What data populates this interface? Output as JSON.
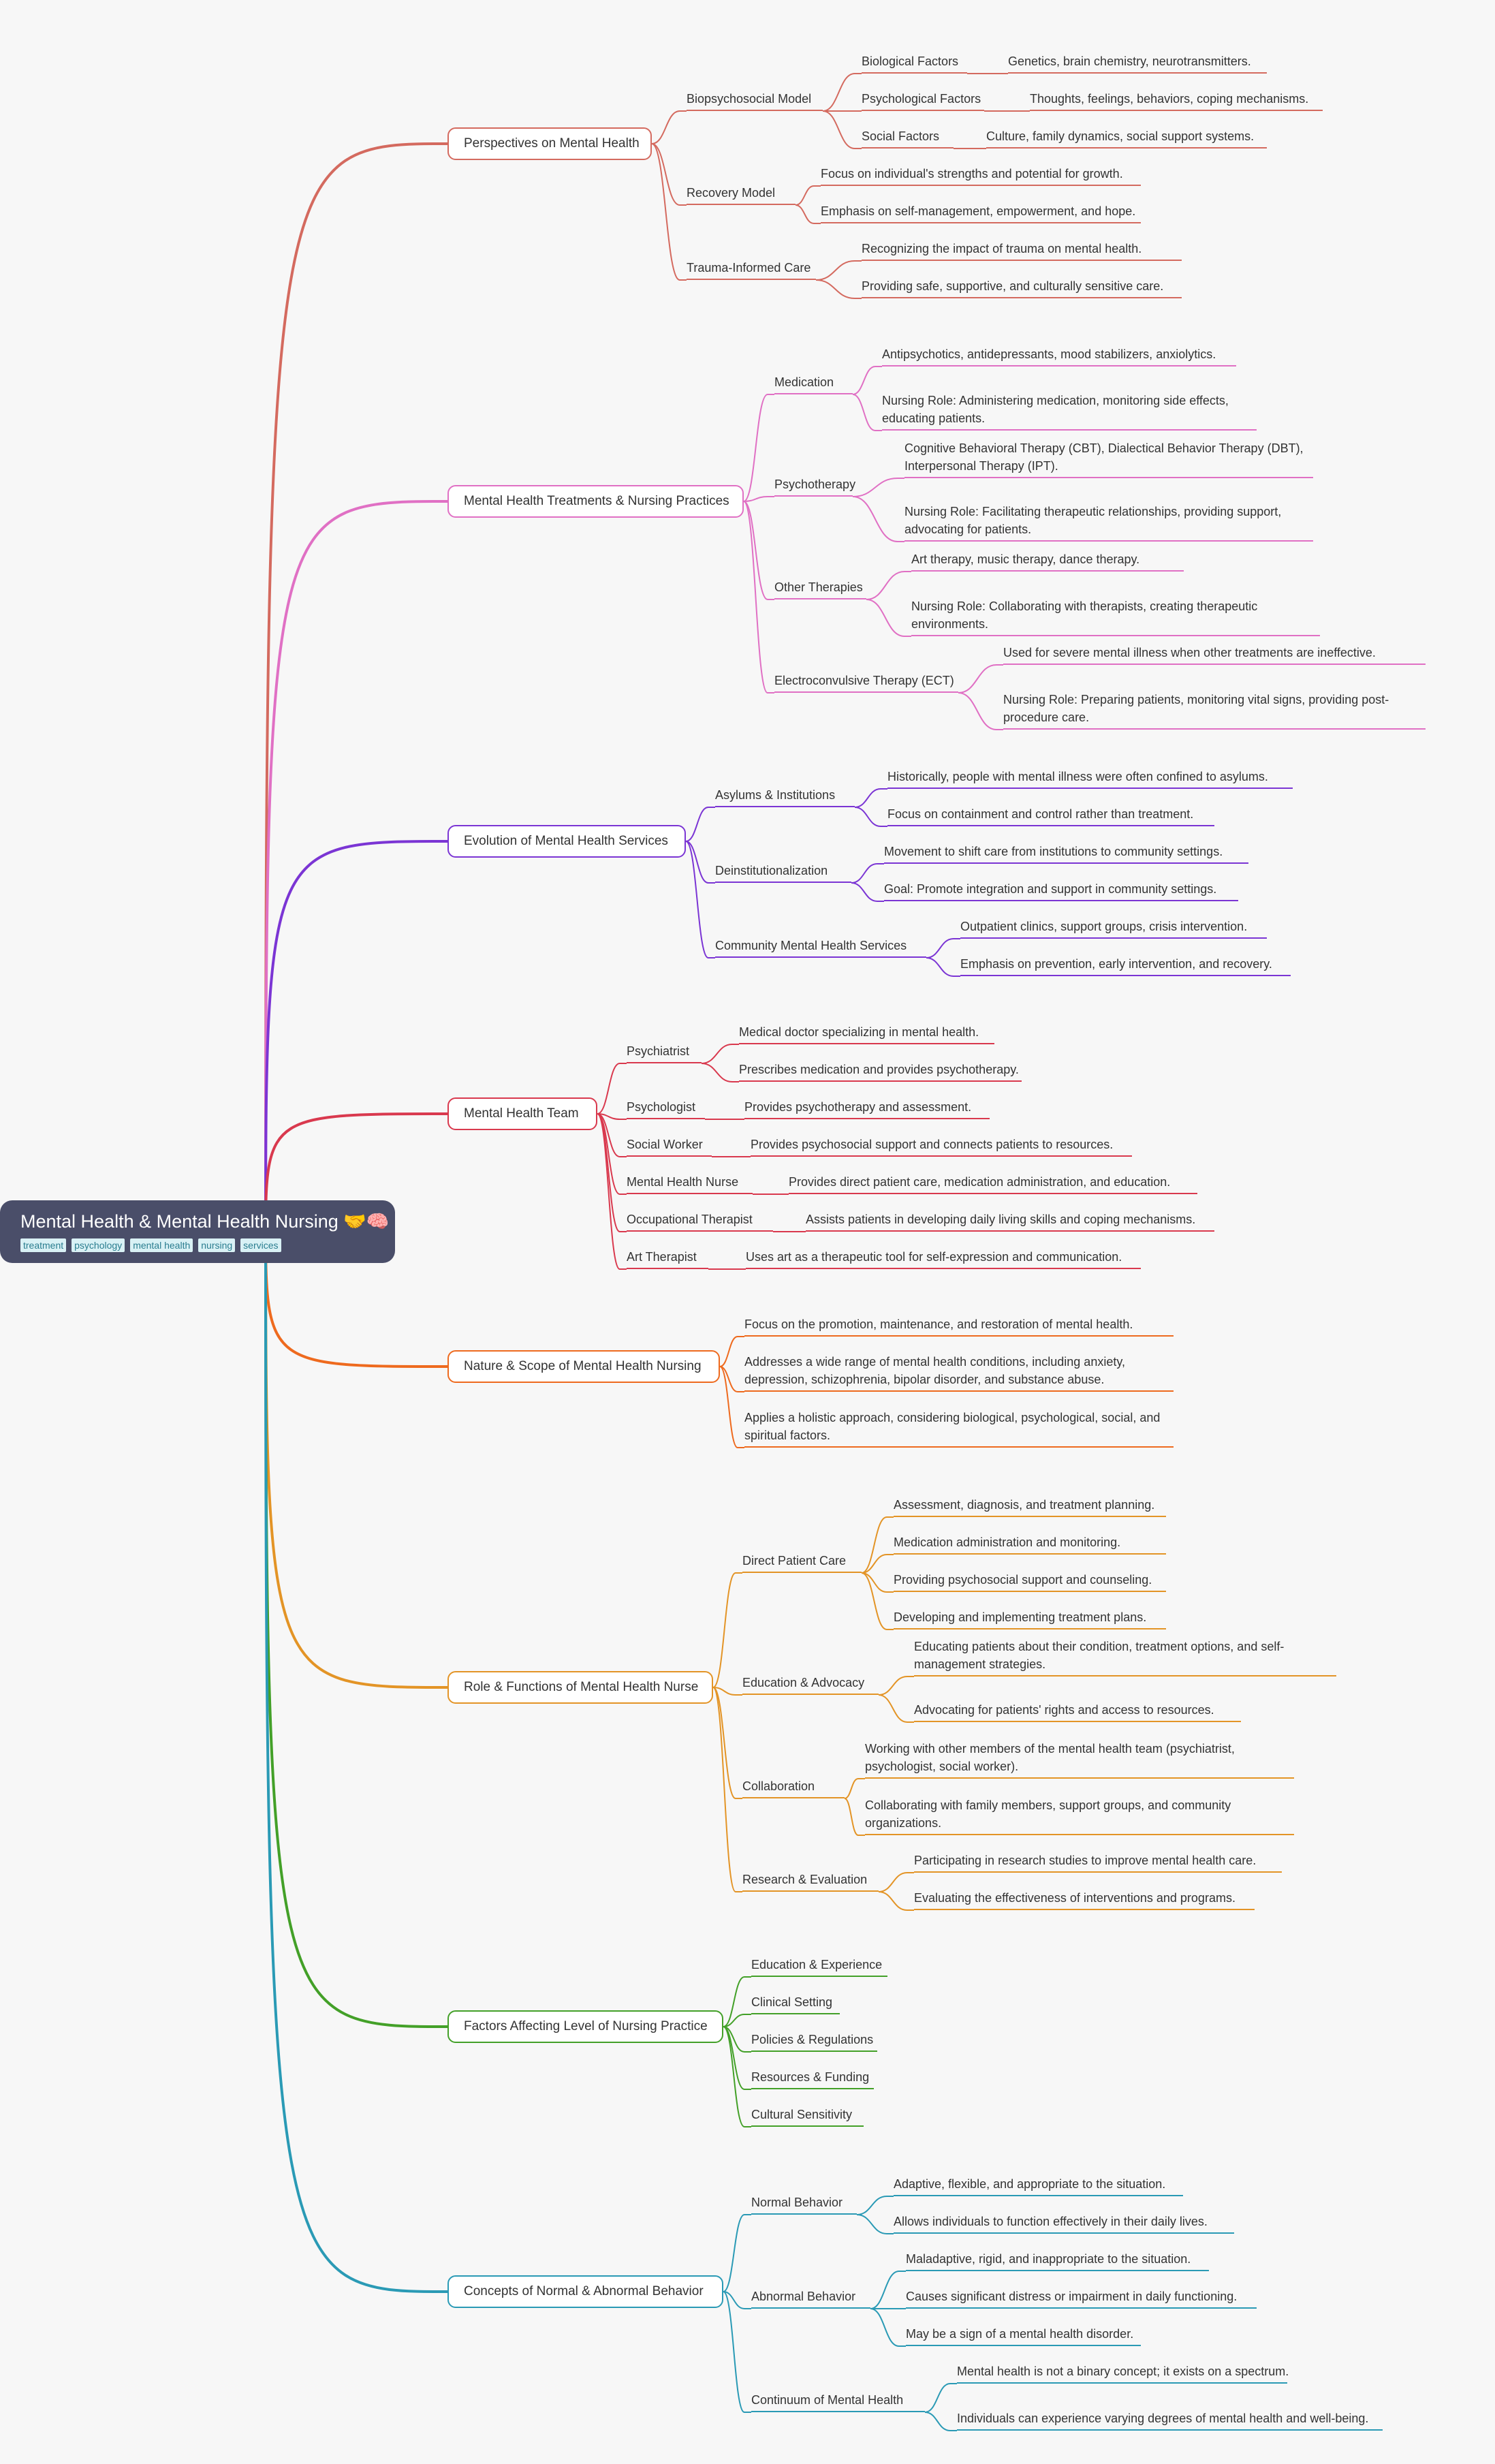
{
  "root": {
    "title": "Mental Health & Mental Health Nursing 🤝🧠",
    "tags": [
      "treatment",
      "psychology",
      "mental health",
      "nursing",
      "services"
    ]
  },
  "branches": [
    {
      "label": "Perspectives on Mental Health",
      "color": "#d46a5f",
      "children": [
        {
          "label": "Biopsychosocial Model",
          "children": [
            {
              "label": "Biological Factors",
              "children": [
                {
                  "label": "Genetics, brain chemistry, neurotransmitters."
                }
              ]
            },
            {
              "label": "Psychological Factors",
              "children": [
                {
                  "label": "Thoughts, feelings, behaviors, coping mechanisms."
                }
              ]
            },
            {
              "label": "Social Factors",
              "children": [
                {
                  "label": "Culture, family dynamics, social support systems."
                }
              ]
            }
          ]
        },
        {
          "label": "Recovery Model",
          "children": [
            {
              "label": "Focus on individual's strengths and potential for growth."
            },
            {
              "label": "Emphasis on self-management, empowerment, and hope."
            }
          ]
        },
        {
          "label": "Trauma-Informed Care",
          "children": [
            {
              "label": "Recognizing the impact of trauma on mental health."
            },
            {
              "label": "Providing safe, supportive, and culturally sensitive care."
            }
          ]
        }
      ]
    },
    {
      "label": "Mental Health Treatments & Nursing Practices",
      "color": "#e070c4",
      "children": [
        {
          "label": "Medication",
          "children": [
            {
              "label": "Antipsychotics, antidepressants, mood stabilizers, anxiolytics."
            },
            {
              "label": "Nursing Role: Administering medication, monitoring side effects, educating patients."
            }
          ]
        },
        {
          "label": "Psychotherapy",
          "children": [
            {
              "label": "Cognitive Behavioral Therapy (CBT), Dialectical Behavior Therapy (DBT), Interpersonal Therapy (IPT)."
            },
            {
              "label": "Nursing Role: Facilitating therapeutic relationships, providing support, advocating for patients."
            }
          ]
        },
        {
          "label": "Other Therapies",
          "children": [
            {
              "label": "Art therapy, music therapy, dance therapy."
            },
            {
              "label": "Nursing Role: Collaborating with therapists, creating therapeutic environments."
            }
          ]
        },
        {
          "label": "Electroconvulsive Therapy (ECT)",
          "children": [
            {
              "label": "Used for severe mental illness when other treatments are ineffective."
            },
            {
              "label": "Nursing Role: Preparing patients, monitoring vital signs, providing post-procedure care."
            }
          ]
        }
      ]
    },
    {
      "label": "Evolution of Mental Health Services",
      "color": "#7b35d4",
      "children": [
        {
          "label": "Asylums & Institutions",
          "children": [
            {
              "label": "Historically, people with mental illness were often confined to asylums."
            },
            {
              "label": "Focus on containment and control rather than treatment."
            }
          ]
        },
        {
          "label": "Deinstitutionalization",
          "children": [
            {
              "label": "Movement to shift care from institutions to community settings."
            },
            {
              "label": "Goal: Promote integration and support in community settings."
            }
          ]
        },
        {
          "label": "Community Mental Health Services",
          "children": [
            {
              "label": "Outpatient clinics, support groups, crisis intervention."
            },
            {
              "label": "Emphasis on prevention, early intervention, and recovery."
            }
          ]
        }
      ]
    },
    {
      "label": "Mental Health Team",
      "color": "#d9394e",
      "children": [
        {
          "label": "Psychiatrist",
          "children": [
            {
              "label": "Medical doctor specializing in mental health."
            },
            {
              "label": "Prescribes medication and provides psychotherapy."
            }
          ]
        },
        {
          "label": "Psychologist",
          "children": [
            {
              "label": "Provides psychotherapy and assessment."
            }
          ]
        },
        {
          "label": "Social Worker",
          "children": [
            {
              "label": "Provides psychosocial support and connects patients to resources."
            }
          ]
        },
        {
          "label": "Mental Health Nurse",
          "children": [
            {
              "label": "Provides direct patient care, medication administration, and education."
            }
          ]
        },
        {
          "label": "Occupational Therapist",
          "children": [
            {
              "label": "Assists patients in developing daily living skills and coping mechanisms."
            }
          ]
        },
        {
          "label": "Art Therapist",
          "children": [
            {
              "label": "Uses art as a therapeutic tool for self-expression and communication."
            }
          ]
        }
      ]
    },
    {
      "label": "Nature & Scope of Mental Health Nursing",
      "color": "#ee6a1e",
      "children": [
        {
          "label": "Focus on the promotion, maintenance, and restoration of mental health."
        },
        {
          "label": "Addresses a wide range of mental health conditions, including anxiety, depression, schizophrenia, bipolar disorder, and substance abuse."
        },
        {
          "label": "Applies a holistic approach, considering biological, psychological, social, and spiritual factors."
        }
      ]
    },
    {
      "label": "Role & Functions of Mental Health Nurse",
      "color": "#e39426",
      "children": [
        {
          "label": "Direct Patient Care",
          "children": [
            {
              "label": "Assessment, diagnosis, and treatment planning."
            },
            {
              "label": "Medication administration and monitoring."
            },
            {
              "label": "Providing psychosocial support and counseling."
            },
            {
              "label": "Developing and implementing treatment plans."
            }
          ]
        },
        {
          "label": "Education & Advocacy",
          "children": [
            {
              "label": "Educating patients about their condition, treatment options, and self-management strategies."
            },
            {
              "label": "Advocating for patients' rights and access to resources."
            }
          ]
        },
        {
          "label": "Collaboration",
          "children": [
            {
              "label": "Working with other members of the mental health team (psychiatrist, psychologist, social worker)."
            },
            {
              "label": "Collaborating with family members, support groups, and community organizations."
            }
          ]
        },
        {
          "label": "Research & Evaluation",
          "children": [
            {
              "label": "Participating in research studies to improve mental health care."
            },
            {
              "label": "Evaluating the effectiveness of interventions and programs."
            }
          ]
        }
      ]
    },
    {
      "label": "Factors Affecting Level of Nursing Practice",
      "color": "#43a028",
      "children": [
        {
          "label": "Education & Experience"
        },
        {
          "label": "Clinical Setting"
        },
        {
          "label": "Policies & Regulations"
        },
        {
          "label": "Resources & Funding"
        },
        {
          "label": "Cultural Sensitivity"
        }
      ]
    },
    {
      "label": "Concepts of Normal & Abnormal Behavior",
      "color": "#2a9ab5",
      "children": [
        {
          "label": "Normal Behavior",
          "children": [
            {
              "label": "Adaptive, flexible, and appropriate to the situation."
            },
            {
              "label": "Allows individuals to function effectively in their daily lives."
            }
          ]
        },
        {
          "label": "Abnormal Behavior",
          "children": [
            {
              "label": "Maladaptive, rigid, and inappropriate to the situation."
            },
            {
              "label": "Causes significant distress or impairment in daily functioning."
            },
            {
              "label": "May be a sign of a mental health disorder."
            }
          ]
        },
        {
          "label": "Continuum of Mental Health",
          "children": [
            {
              "label": "Mental health is not a binary concept; it exists on a spectrum."
            },
            {
              "label": "Individuals can experience varying degrees of mental health and well-being."
            }
          ]
        }
      ]
    }
  ]
}
